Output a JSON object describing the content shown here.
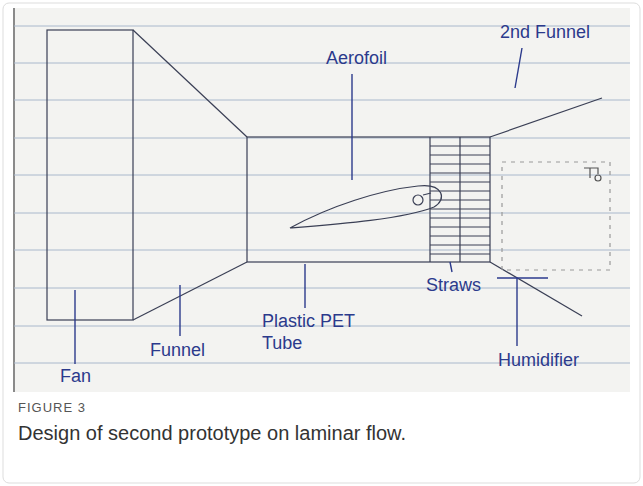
{
  "diagram": {
    "caption": "Design of second prototype on laminar flow.",
    "labels": [
      "Aerofoil",
      "2nd Funnel",
      "Fan",
      "Funnel",
      "Plastic PET Tube",
      "Straws",
      "Humidifier",
      "FIGURE 3"
    ]
  }
}
